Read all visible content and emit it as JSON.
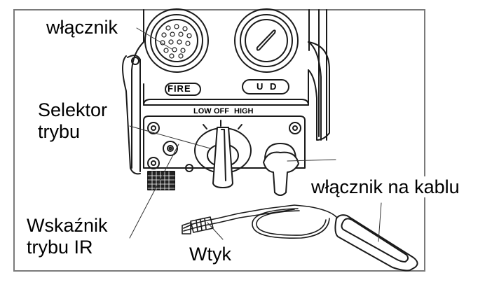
{
  "diagram": {
    "device_markings": {
      "fire_button": "FIRE",
      "selector_positions": [
        "LOW",
        "OFF",
        "HIGH"
      ],
      "ud_button": "U D"
    },
    "labels": [
      {
        "id": "power-switch",
        "lines": [
          "włącznik"
        ]
      },
      {
        "id": "mode-selector",
        "lines": [
          "Selektor",
          "trybu"
        ]
      },
      {
        "id": "ir-mode-indicator",
        "lines": [
          "Wskaźnik",
          "trybu IR"
        ]
      },
      {
        "id": "plug",
        "lines": [
          "Wtyk"
        ]
      },
      {
        "id": "cable-switch",
        "lines": [
          "włącznik na kablu"
        ]
      }
    ]
  }
}
